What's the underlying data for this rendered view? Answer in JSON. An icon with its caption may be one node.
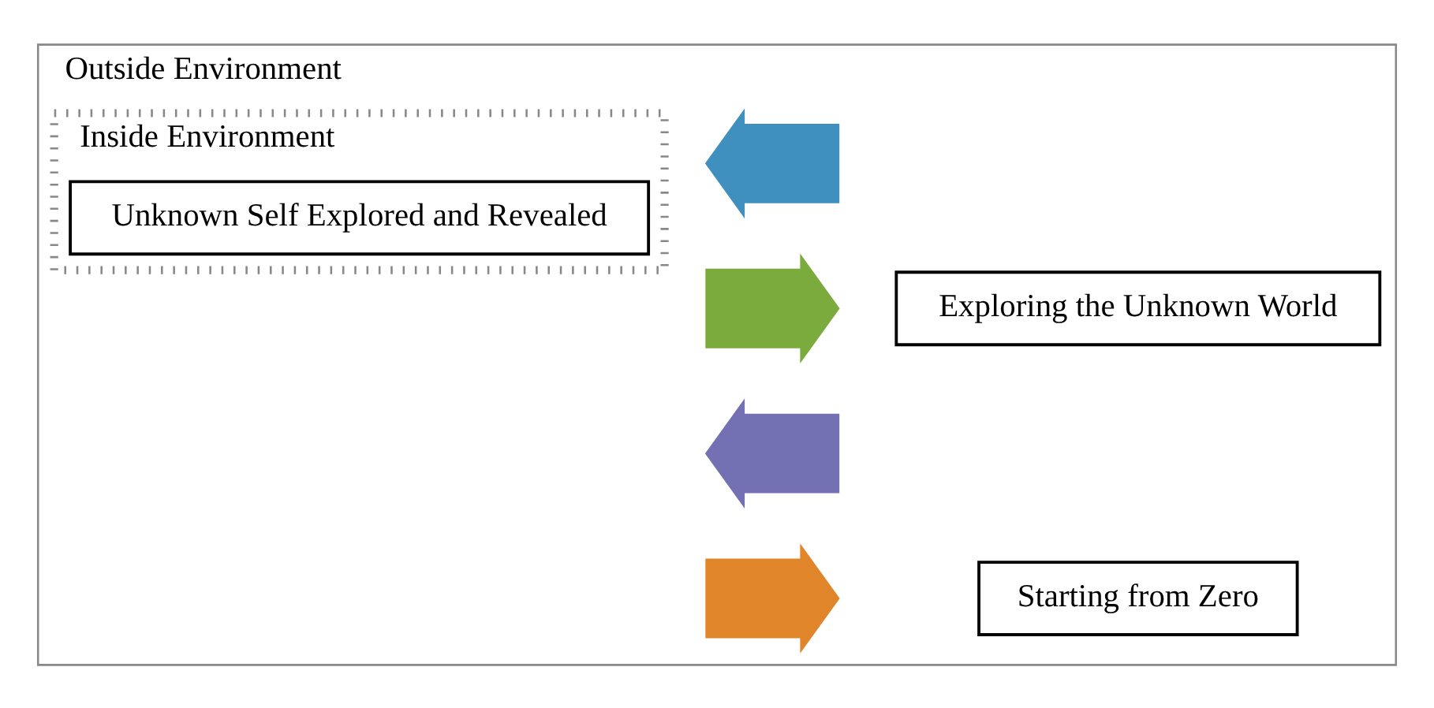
{
  "diagram": {
    "nodes": [
      {
        "text": [
          "Outside Environment"
        ]
      },
      {
        "text": [
          "Inside Environment"
        ],
        "in": 0
      },
      {
        "text": [
          "Unknown Self Explored and Revealed"
        ],
        "in": 1
      },
      {
        "text": [
          "Exploring the Unknown World"
        ],
        "in": 0
      },
      {
        "text": [
          "Starting from Zero"
        ],
        "in": 0
      },
      {
        "text": [],
        "shape": "arrow",
        "in": 0
      },
      {
        "text": [],
        "shape": "arrow",
        "in": 0
      },
      {
        "text": [],
        "shape": "arrow",
        "in": 0
      },
      {
        "text": [],
        "shape": "arrow",
        "in": 0
      }
    ]
  }
}
